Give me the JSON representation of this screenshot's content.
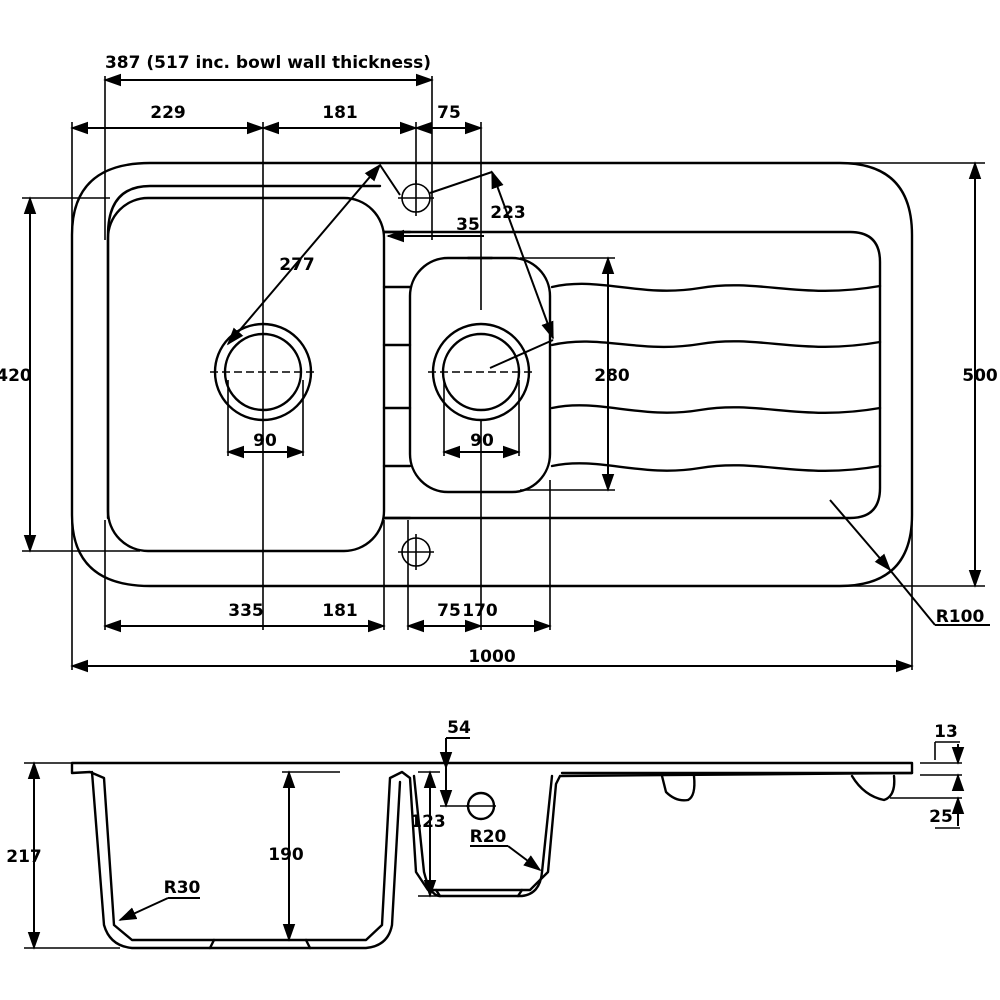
{
  "plan": {
    "width_total": "1000",
    "bowl_width_total": "387 (517 inc. bowl wall thickness)",
    "main_bowl_to_waste": "229",
    "waste_spacing_top": "181",
    "tap_offset_top": "75",
    "tap_gap": "35",
    "small_bowl_diag": "223",
    "main_bowl_diag": "277",
    "main_bowl_depth": "420",
    "overall_depth": "500",
    "small_bowl_depth": "280",
    "main_waste_width": "90",
    "small_waste_width": "90",
    "main_bowl_width": "335",
    "waste_spacing_bottom": "181",
    "tap_offset_bottom": "75",
    "small_bowl_width": "170",
    "corner_radius": "R100"
  },
  "section": {
    "overall_height": "217",
    "main_bowl_depth": "190",
    "small_bowl_depth": "123",
    "overflow_offset": "54",
    "overflow_radius": "R20",
    "bowl_radius": "R30",
    "rim_thickness": "13",
    "drainer_step": "25"
  }
}
